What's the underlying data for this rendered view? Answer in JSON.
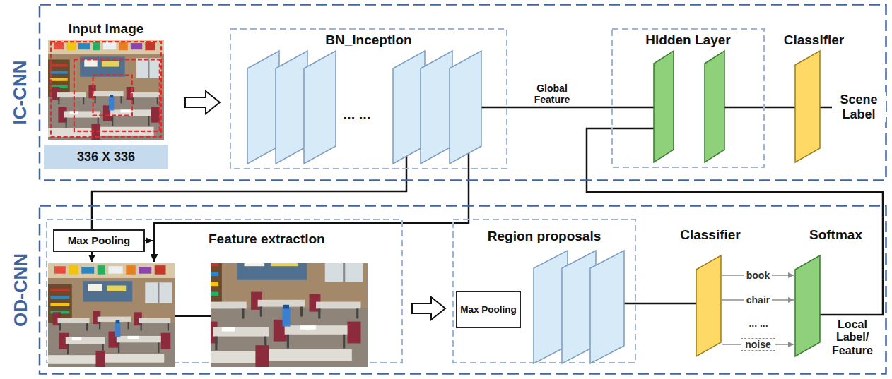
{
  "diagram": {
    "nodes": [
      {
        "text": [
          "IC-CNN"
        ]
      },
      {
        "text": [
          "Input Image"
        ],
        "in": 0
      },
      {
        "text": [
          "336 X 336"
        ],
        "in": 1
      },
      {
        "text": [
          "BN_Inception"
        ],
        "in": 0
      },
      {
        "text": [
          "Hidden Layer"
        ],
        "in": 0
      },
      {
        "text": [
          "Classifier"
        ],
        "in": 0
      },
      {
        "text": [
          "OD-CNN"
        ]
      },
      {
        "text": [
          "Feature extraction"
        ],
        "in": 6
      },
      {
        "text": [
          "Max Pooling"
        ],
        "in": 7
      },
      {
        "text": [
          "Region proposals"
        ],
        "in": 6
      },
      {
        "text": [
          "Max Pooling"
        ],
        "in": 9
      },
      {
        "text": [
          "Classifier"
        ],
        "in": 6
      },
      {
        "text": [
          "Softmax"
        ],
        "in": 6
      }
    ],
    "edges": [
      {
        "from": 1,
        "to": 3,
        "arrow": "to"
      },
      {
        "from": 3,
        "to": 4,
        "label": "Global Feature",
        "arrow": "none"
      },
      {
        "from": 4,
        "to": 5,
        "arrow": "none"
      },
      {
        "from": 3,
        "to": 8,
        "arrow": "none"
      },
      {
        "from": 3,
        "to": 7,
        "arrow": "to"
      },
      {
        "from": 7,
        "to": 9,
        "arrow": "to"
      },
      {
        "from": 9,
        "to": 11,
        "arrow": "none"
      },
      {
        "from": 11,
        "to": 12,
        "label": "book",
        "arrow": "to"
      },
      {
        "from": 11,
        "to": 12,
        "label": "chair",
        "arrow": "to"
      },
      {
        "from": 11,
        "to": 12,
        "label": "noise",
        "arrow": "to"
      },
      {
        "from": 12,
        "to": 4,
        "label": "Local Label/ Feature",
        "arrow": "none"
      }
    ],
    "labels": [
      "Scene Label",
      "... ...",
      "... ..."
    ]
  }
}
